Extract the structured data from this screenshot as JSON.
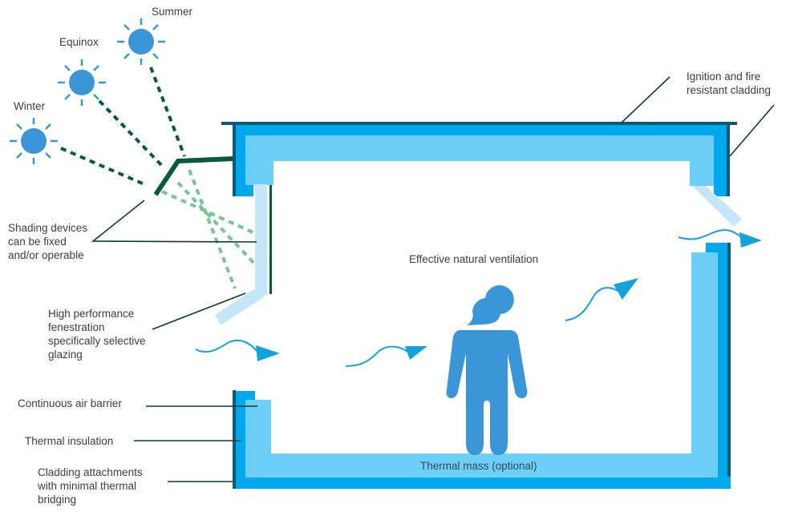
{
  "title": "Passive building design features",
  "colors": {
    "sun": "#3a96d6",
    "outer_wall": "#00a9ec",
    "wall_edge": "#0b5a78",
    "insulation": "#6ecff6",
    "glazing": "#c4e6f8",
    "shading": "#0c5a3c",
    "sun_ray_shaded": "#0c5a3c",
    "sun_ray_light": "#79c497",
    "airflow": "#13a2dc",
    "person": "#3a96d6",
    "leader": "#0c3b30"
  },
  "suns": [
    {
      "label": "Summer",
      "icon": "sun-icon"
    },
    {
      "label": "Equinox",
      "icon": "sun-icon"
    },
    {
      "label": "Winter",
      "icon": "sun-icon"
    }
  ],
  "labels": {
    "fire_cladding": [
      "Ignition and fire",
      "resistant cladding"
    ],
    "shading": [
      "Shading devices",
      "can be fixed",
      "and/or operable"
    ],
    "fenestration": [
      "High performance",
      "fenestration",
      "specifically selective",
      "glazing"
    ],
    "air_barrier": "Continuous air barrier",
    "insulation": "Thermal insulation",
    "cladding_attach": [
      "Cladding attachments",
      "with minimal thermal",
      "bridging"
    ],
    "ventilation": "Effective natural ventilation",
    "thermal_mass": "Thermal mass (optional)"
  }
}
